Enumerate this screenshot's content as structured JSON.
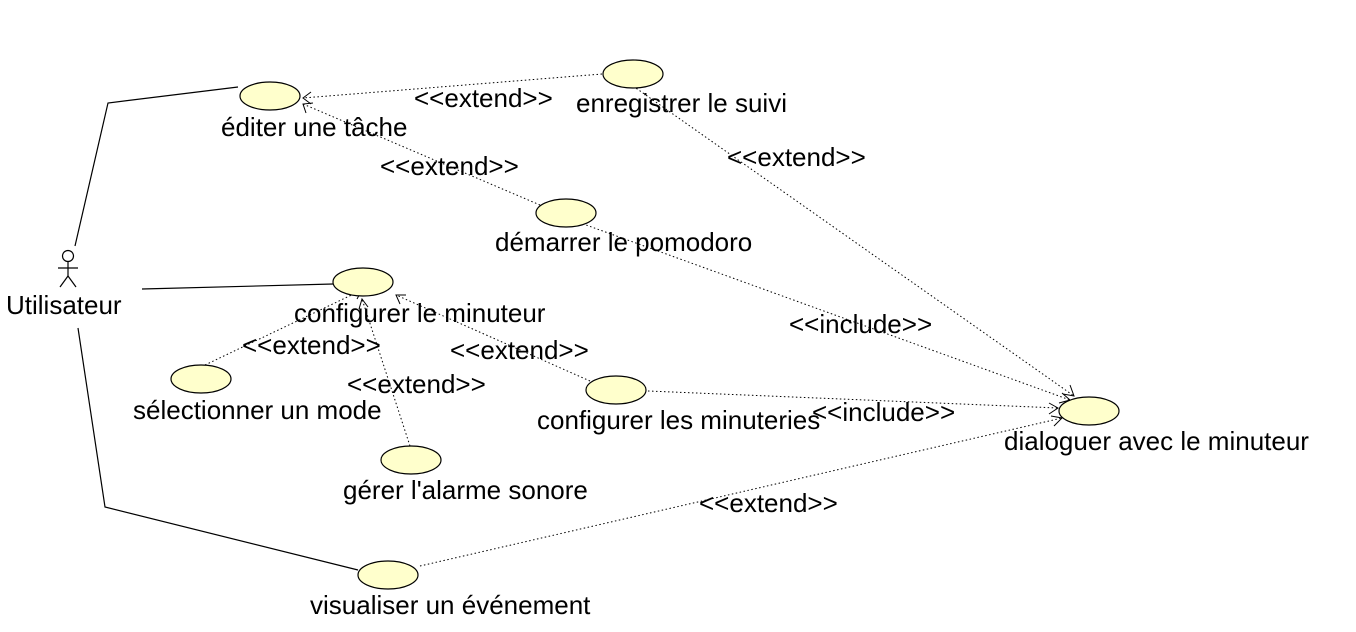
{
  "actor": {
    "name": "Utilisateur"
  },
  "use_cases": {
    "editer": "éditer une tâche",
    "enregistrer": "enregistrer le suivi",
    "demarrer": "démarrer le pomodoro",
    "configurer_minuteur": "configurer le minuteur",
    "selectionner": "sélectionner un mode",
    "gerer_alarme": "gérer l'alarme sonore",
    "configurer_minuteries": "configurer les minuteries",
    "dialoguer": "dialoguer avec le minuteur",
    "visualiser": "visualiser un événement"
  },
  "stereotypes": {
    "enregistrer_editer": "<<extend>>",
    "demarrer_editer": "<<extend>>",
    "enregistrer_dialoguer": "<<extend>>",
    "demarrer_dialoguer": "<<include>>",
    "selectionner_configurer": "<<extend>>",
    "alarme_configurer": "<<extend>>",
    "minuteries_configurer": "<<extend>>",
    "minuteries_dialoguer": "<<include>>",
    "visualiser_dialoguer": "<<extend>>"
  },
  "colors": {
    "use_case_fill": "#ffffcc",
    "stroke": "#000000"
  }
}
